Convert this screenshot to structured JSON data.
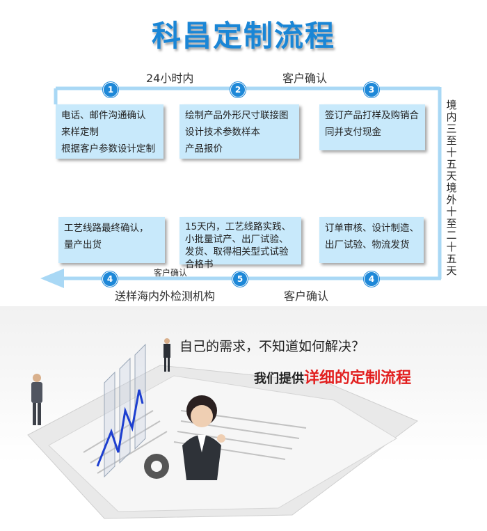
{
  "title": "科昌定制流程",
  "labels": {
    "within_24h": "24小时内",
    "confirm_top": "客户确认",
    "confirm_bottom_right": "客户确认",
    "confirm_bottom_left": "客户确认",
    "send_sample": "送样海内外检测机构"
  },
  "side_labels": {
    "domestic": "境内三至十五天",
    "overseas": "境外十至二十五天"
  },
  "steps": [
    {
      "num": "1",
      "lines": [
        "电话、邮件沟通确认",
        "来样定制",
        "根据客户参数设计定制"
      ]
    },
    {
      "num": "2",
      "lines": [
        "绘制产品外形尺寸联接图",
        "设计技术参数样本",
        "产品报价"
      ]
    },
    {
      "num": "3",
      "lines": [
        "签订产品打样及购销合",
        "同并支付现金"
      ]
    },
    {
      "num": "4",
      "lines": [
        "订单审核、设计制造、",
        "出厂试验、物流发货"
      ]
    },
    {
      "num": "5",
      "lines": [
        "15天内，工艺线路实践、",
        "小批量试产、出厂试验、",
        "发货、取得相关型式试验",
        "合格书"
      ]
    },
    {
      "num": "4",
      "lines": [
        "工艺线路最终确认，",
        "量产出货"
      ]
    }
  ],
  "bottom": {
    "question": "自己的需求，不知道如何解决？",
    "answer_prefix": "我们提供",
    "answer_highlight": "详细的定制流程"
  },
  "colors": {
    "accent": "#1e88d8",
    "box": "#c8e9fb",
    "highlight": "#e21f1f"
  }
}
